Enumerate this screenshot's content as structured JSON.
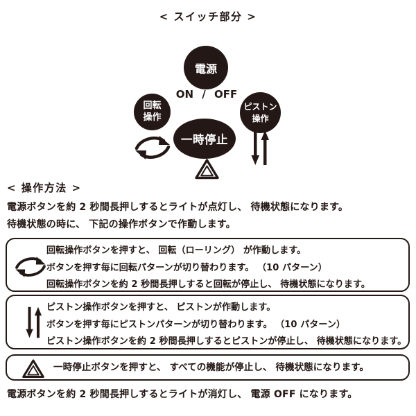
{
  "colors": {
    "ink": "#231815",
    "button_fill": "#231815",
    "button_text": "#ffffff",
    "background": "#ffffff"
  },
  "title": "< スイッチ部分 >",
  "switch_diagram": {
    "power_button_label": "電源",
    "on_off_label": "ON / OFF",
    "rotate_button_label_line1": "回転",
    "rotate_button_label_line2": "操作",
    "piston_button_label_line1": "ピストン",
    "piston_button_label_line2": "操作",
    "pause_button_label": "一時停止",
    "icons": {
      "rotation": "circular-double-arrows",
      "piston": "up-down-arrows",
      "pause": "outlined-double-triangle"
    }
  },
  "operation": {
    "heading": "< 操作方法 >",
    "intro_line1": "電源ボタンを約 2 秒間長押しするとライトが点灯し、 待機状態になります。",
    "intro_line2": "待機状態の時に、 下記の操作ボタンで作動します。",
    "footer": "電源ボタンを約 2 秒間長押しするとライトが消灯し、 電源 OFF になります。"
  },
  "boxes": [
    {
      "icon": "rotation-arrows-icon",
      "lines": [
        "回転操作ボタンを押すと、 回転（ローリング） が作動します。",
        "ボタンを押す毎に回転パターンが切り替わります。 （10 パターン）",
        "回転操作ボタンを約 2 秒間長押しすると回転が停止し、 待機状態になります。"
      ]
    },
    {
      "icon": "piston-arrows-icon",
      "lines": [
        "ピストン操作ボタンを押すと、 ピストンが作動します。",
        "ボタンを押す毎にピストンパターンが切り替わります。 （10 パターン）",
        "ピストン操作ボタンを約 2 秒間長押しするとピストンが停止し、 待機状態になります。"
      ]
    },
    {
      "icon": "pause-triangle-icon",
      "lines": [
        "一時停止ボタンを押すと、 すべての機能が停止し、 待機状態になります。"
      ]
    }
  ]
}
